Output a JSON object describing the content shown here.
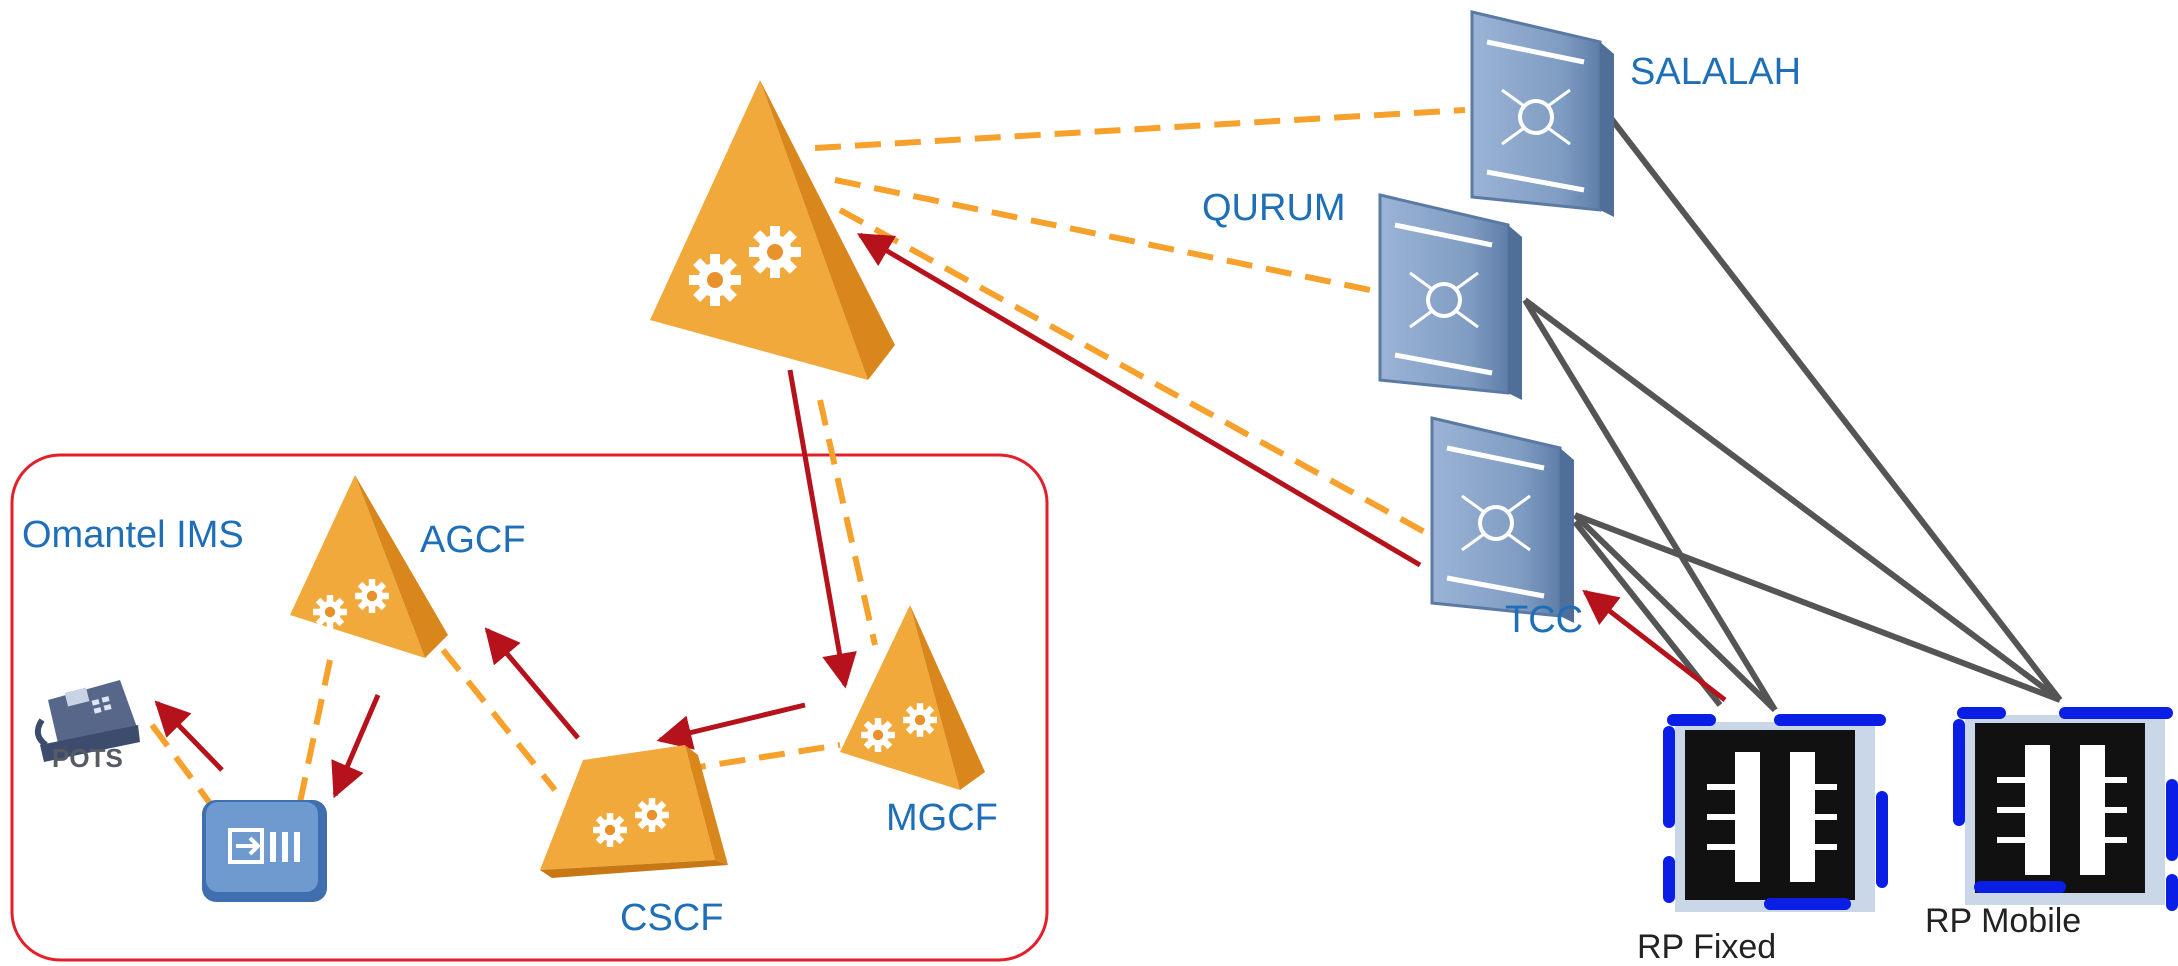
{
  "diagram": {
    "labels": {
      "ims_domain": "Omantel IMS",
      "agcf": "AGCF",
      "cscf": "CSCF",
      "mgcf": "MGCF",
      "pots": "POTS",
      "salalah": "SALALAH",
      "qurum": "QURUM",
      "tcc": "TCC",
      "rp_fixed": "RP Fixed",
      "rp_mobile": "RP Mobile"
    },
    "colors": {
      "orange_node": "#f2a93b",
      "orange_dash": "#f6a12b",
      "red_arrow": "#b5121b",
      "ims_border": "#e3202a",
      "switch_blue": "#7f9cc2",
      "grey_link": "#555555",
      "rp_blue": "#0a1ee6",
      "label_blue": "#1f6fb8"
    },
    "icons": {
      "top_node": "softswitch-triangle-icon",
      "agcf": "agcf-triangle-icon",
      "mgcf": "mgcf-triangle-icon",
      "cscf": "cscf-trapezoid-icon",
      "gateway": "access-gateway-icon",
      "pots": "telephone-icon",
      "switch": "tandem-switch-icon",
      "rp": "rp-chassis-icon"
    }
  }
}
